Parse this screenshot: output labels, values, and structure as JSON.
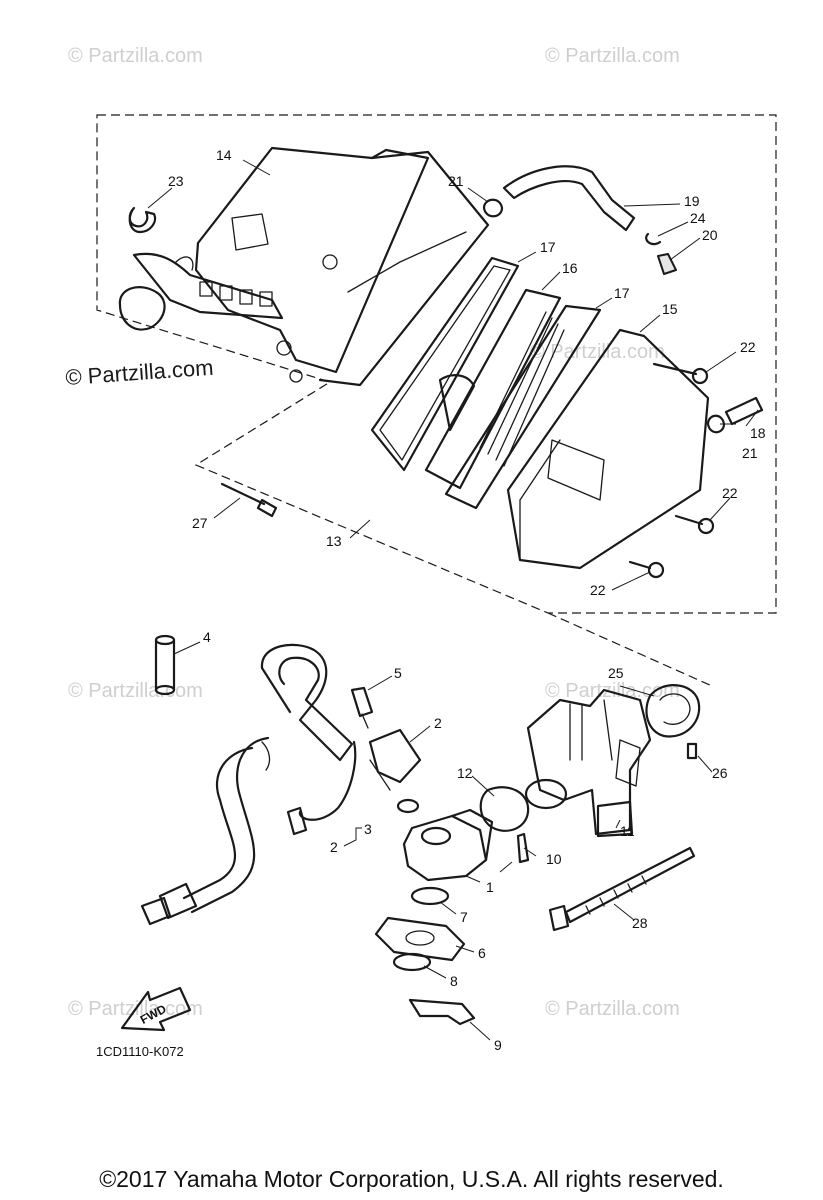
{
  "watermarks": [
    "© Partzilla.com"
  ],
  "site_watermark": "© Partzilla.com",
  "callouts": {
    "c1": "1",
    "c2a": "2",
    "c2b": "2",
    "c3": "3",
    "c4": "4",
    "c5": "5",
    "c6": "6",
    "c7": "7",
    "c8": "8",
    "c9": "9",
    "c10": "10",
    "c11": "11",
    "c12": "12",
    "c13": "13",
    "c14": "14",
    "c15": "15",
    "c16": "16",
    "c17a": "17",
    "c17b": "17",
    "c18": "18",
    "c19": "19",
    "c20": "20",
    "c21a": "21",
    "c21b": "21",
    "c22a": "22",
    "c22b": "22",
    "c22c": "22",
    "c23": "23",
    "c24": "24",
    "c25": "25",
    "c26": "26",
    "c27": "27",
    "c28": "28"
  },
  "fwd_label": "FWD",
  "diagram_code": "1CD1110-K072",
  "copyright": "©2017  Yamaha Motor Corporation, U.S.A. All rights reserved."
}
